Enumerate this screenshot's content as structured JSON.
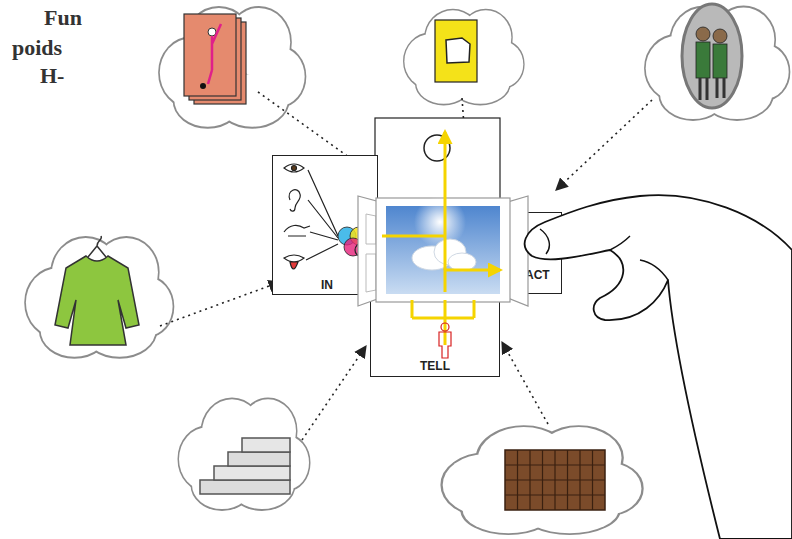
{
  "diagram": {
    "nodes": [
      {
        "text": [
          "IN"
        ]
      },
      {
        "text": [
          "ACT"
        ]
      },
      {
        "text": [
          "TELL"
        ]
      }
    ],
    "edges": [
      {
        "from": 2,
        "to": 1,
        "arrow": "to"
      }
    ],
    "labels": [
      "Fun",
      "poids",
      "H-"
    ]
  }
}
